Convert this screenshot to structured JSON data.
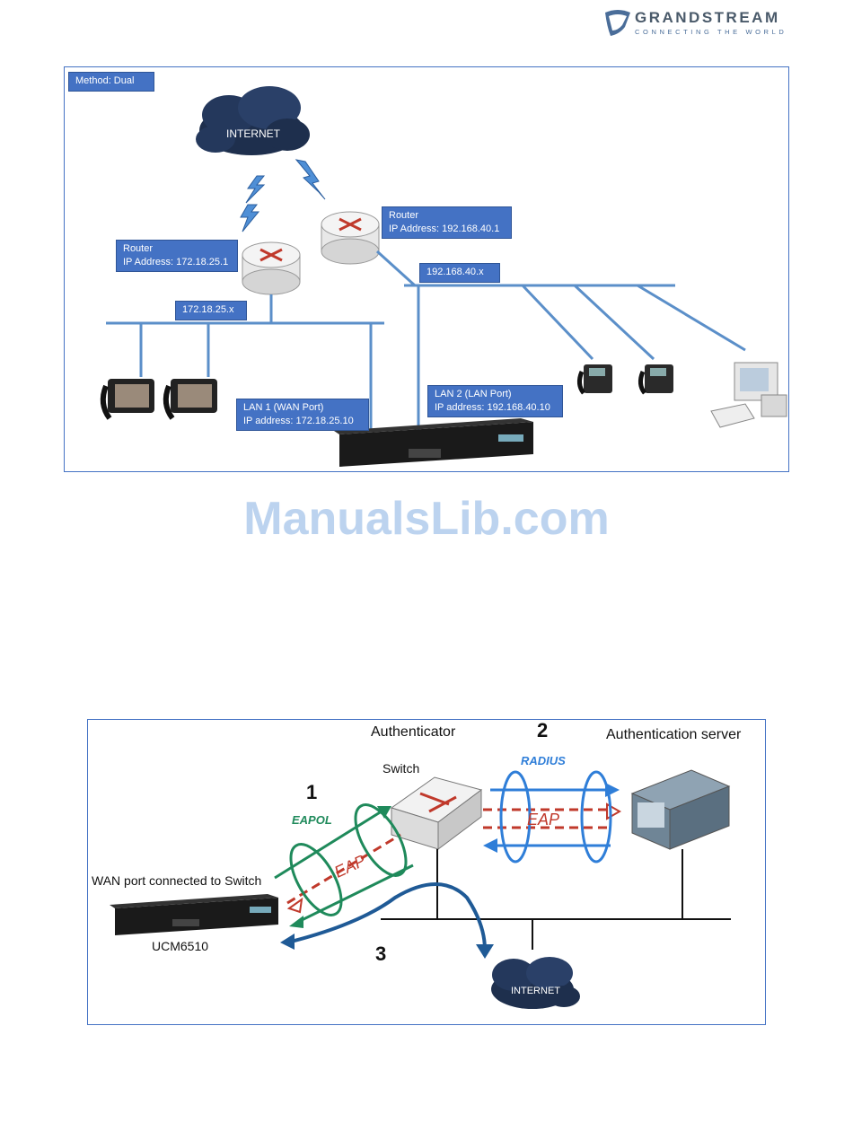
{
  "header": {
    "brand": "GRANDSTREAM",
    "tagline": "CONNECTING THE WORLD"
  },
  "diagram1": {
    "method_label": "Method: Dual",
    "cloud_label": "INTERNET",
    "router1": {
      "line1": "Router",
      "line2": "IP Address: 172.18.25.1"
    },
    "router2": {
      "line1": "Router",
      "line2": "IP Address: 192.168.40.1"
    },
    "subnet1": "172.18.25.x",
    "subnet2": "192.168.40.x",
    "lan1": {
      "line1": "LAN 1 (WAN Port)",
      "line2": "IP address: 172.18.25.10"
    },
    "lan2": {
      "line1": "LAN 2 (LAN Port)",
      "line2": "IP address: 192.168.40.10"
    }
  },
  "watermark": "ManualsLib.com",
  "diagram2": {
    "authenticator": "Authenticator",
    "auth_server": "Authentication server",
    "switch": "Switch",
    "step1": "1",
    "step2": "2",
    "step3": "3",
    "eapol": "EAPOL",
    "radius": "RADIUS",
    "eap1": "EAP",
    "eap2": "EAP",
    "wan_port": "WAN port connected to Switch",
    "device": "UCM6510",
    "cloud_label": "INTERNET"
  },
  "colors": {
    "accent": "#4472c4",
    "line": "#5b8fc9",
    "eap": "#c0392b",
    "eapol": "#1f8a5b",
    "radius": "#2f7ed8"
  }
}
